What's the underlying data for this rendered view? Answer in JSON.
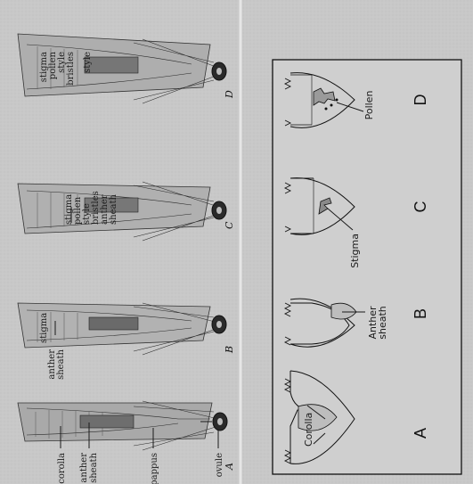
{
  "left_panel": {
    "floret_a": {
      "letter": "A",
      "corolla": "corolla",
      "anther": "anther",
      "sheath": "sheath",
      "pappus": "pappus",
      "ovule": "ovule"
    },
    "floret_b": {
      "letter": "B",
      "stigma": "stigma",
      "anther": "anther",
      "sheath": "sheath"
    },
    "floret_c": {
      "letter": "C",
      "stigma": "stigma",
      "pollen": "pollen",
      "style": "style",
      "bristles": "bristles",
      "anther": "anther",
      "sheath": "sheath"
    },
    "floret_d": {
      "letter": "D",
      "stigma": "stigma",
      "pollen": "pollen",
      "style": "style",
      "bristles": "bristles",
      "style2": "style"
    }
  },
  "right_panel": {
    "letters": [
      "A",
      "B",
      "C",
      "D"
    ],
    "corolla_label": "Corolla",
    "anther_label": "Anther",
    "sheath_label": "sheath",
    "stigma_label": "Stigma",
    "pollen_label": "Pollen"
  }
}
